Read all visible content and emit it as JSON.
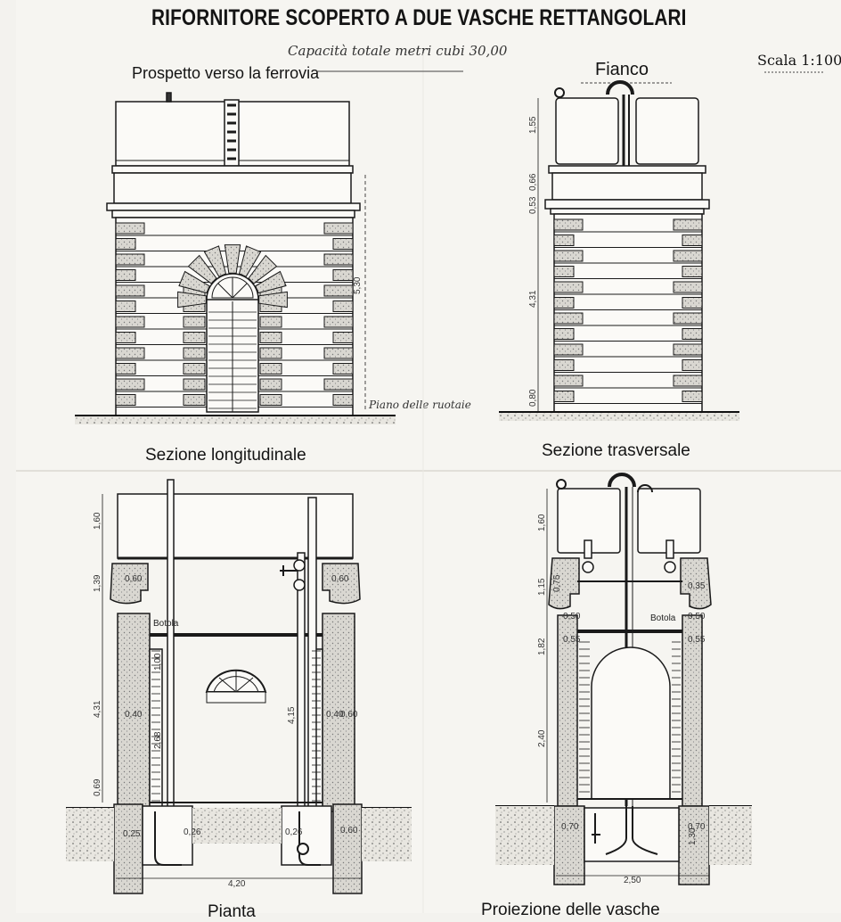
{
  "title": "RIFORNITORE SCOPERTO A DUE VASCHE RETTANGOLARI",
  "subtitle": "Capacità totale metri cubi 30,00",
  "scale": "Scala 1:100",
  "views": {
    "prospetto": "Prospetto verso la ferrovia",
    "fianco": "Fianco",
    "sezione_longitudinale": "Sezione longitudinale",
    "sezione_trasversale": "Sezione trasversale",
    "pianta": "Pianta",
    "proiezione": "Proiezione delle vasche"
  },
  "annotations": {
    "piano_ruotaie": "Piano delle ruotaie",
    "botola": "Botola"
  },
  "dimensions": {
    "fianco_vertical": [
      "1,55",
      "0,66",
      "0,53",
      "4,31",
      "0,80"
    ],
    "long_left": [
      "1,60",
      "1,39",
      "4,31",
      "0,69"
    ],
    "long_inner": [
      "0,60",
      "0,60",
      "1,00",
      "2,68",
      "0,40",
      "0,40",
      "4,15",
      "0,60",
      "0,60",
      "0,25",
      "0,26",
      "0,26"
    ],
    "long_width": "4,20",
    "trasv_left": [
      "1,60",
      "1,15",
      "1,82",
      "2,40"
    ],
    "trasv_inner": [
      "0,75",
      "0,35",
      "0,50",
      "0,50",
      "0,55",
      "0,55",
      "0,70",
      "0,70",
      "1,30"
    ],
    "trasv_width": "2,50",
    "prospetto_height": "5,30"
  }
}
